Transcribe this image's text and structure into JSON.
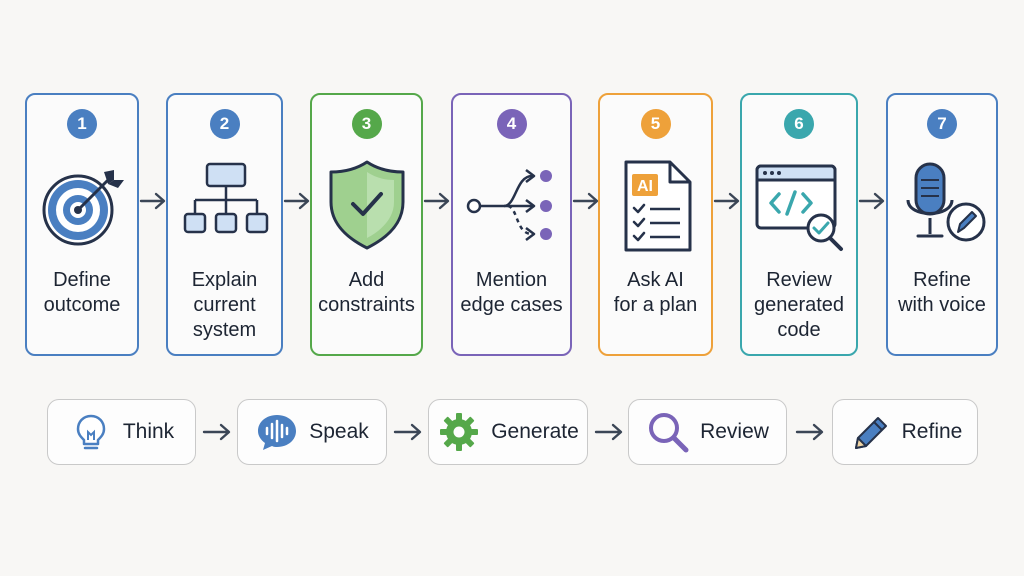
{
  "steps": [
    {
      "number": "1",
      "label": "Define\noutcome",
      "icon": "target-icon",
      "color": "#4a7fc1"
    },
    {
      "number": "2",
      "label": "Explain\ncurrent\nsystem",
      "icon": "org-chart-icon",
      "color": "#4a7fc1"
    },
    {
      "number": "3",
      "label": "Add\nconstraints",
      "icon": "shield-check-icon",
      "color": "#55a84a"
    },
    {
      "number": "4",
      "label": "Mention\nedge cases",
      "icon": "branch-icon",
      "color": "#7a64b8"
    },
    {
      "number": "5",
      "label": "Ask AI\nfor a plan",
      "icon": "ai-document-icon",
      "color": "#eea13a"
    },
    {
      "number": "6",
      "label": "Review\ngenerated\ncode",
      "icon": "code-review-icon",
      "color": "#3aa7ad"
    },
    {
      "number": "7",
      "label": "Refine\nwith voice",
      "icon": "microphone-edit-icon",
      "color": "#4a7fc1"
    }
  ],
  "flow": [
    {
      "label": "Think",
      "icon": "lightbulb-icon"
    },
    {
      "label": "Speak",
      "icon": "speech-bubble-icon"
    },
    {
      "label": "Generate",
      "icon": "gear-icon"
    },
    {
      "label": "Review",
      "icon": "magnifier-icon"
    },
    {
      "label": "Refine",
      "icon": "pencil-icon"
    }
  ],
  "colors": {
    "blue": "#4a7fc1",
    "green": "#55a84a",
    "purple": "#7a64b8",
    "orange": "#eea13a",
    "teal": "#3aa7ad",
    "text": "#1d2533",
    "arrow": "#3b4656"
  }
}
